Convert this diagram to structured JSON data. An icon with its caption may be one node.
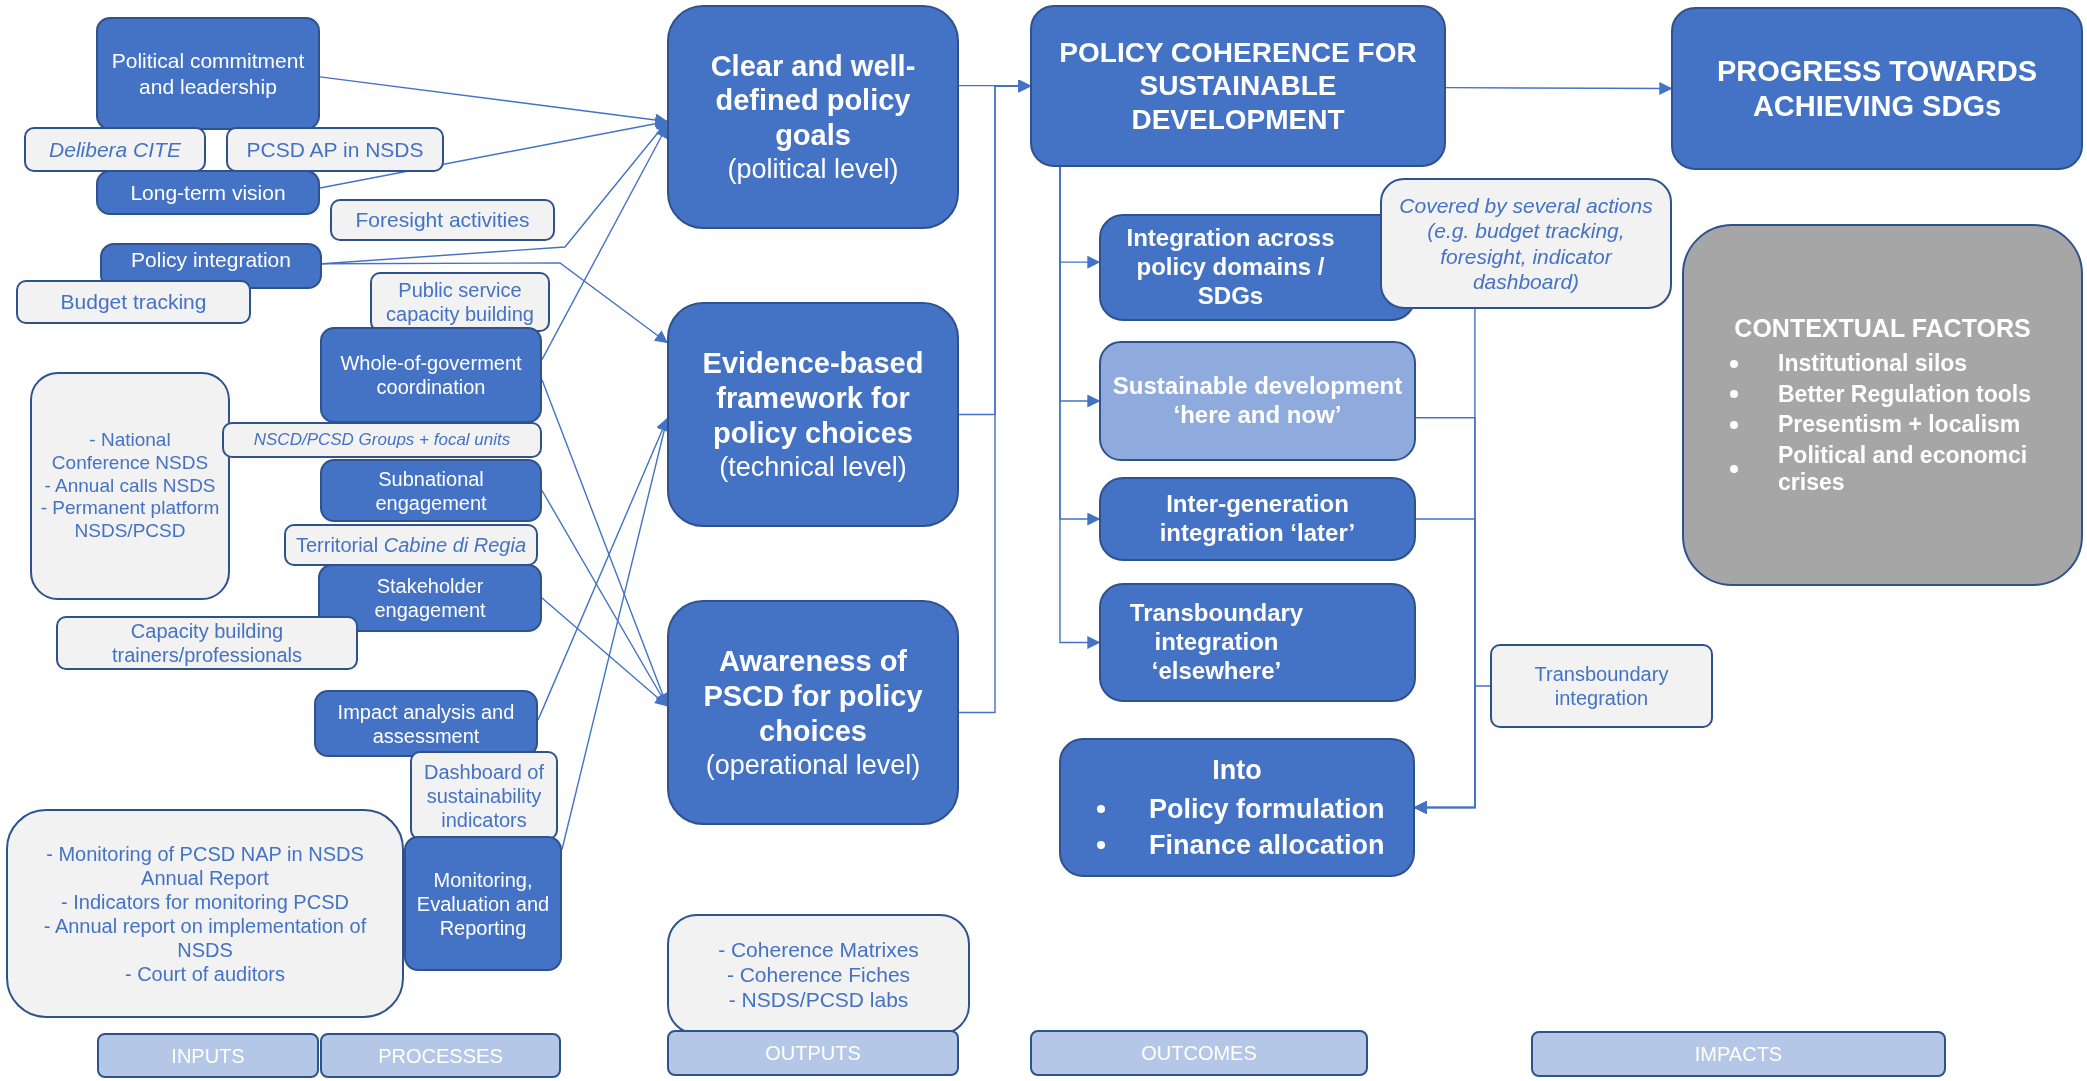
{
  "diagram": {
    "nodes": [
      {
        "text": [
          "Political commitment and leadership"
        ]
      },
      {
        "text": [
          "Delibera CITE"
        ]
      },
      {
        "text": [
          "PCSD AP in NSDS"
        ]
      },
      {
        "text": [
          "Long-term vision"
        ]
      },
      {
        "text": [
          "Foresight activities"
        ]
      },
      {
        "text": [
          "Policy integration"
        ]
      },
      {
        "text": [
          "Budget tracking"
        ]
      },
      {
        "text": [
          "Public service capacity building"
        ]
      },
      {
        "text": [
          "Whole-of-goverment coordination"
        ]
      },
      {
        "text": [
          "- National Conference NSDS",
          "- Annual calls NSDS",
          "- Permanent platform NSDS/PCSD"
        ]
      },
      {
        "text": [
          "NSCD/PCSD Groups + focal units"
        ]
      },
      {
        "text": [
          "Subnational engagement"
        ]
      },
      {
        "text": [
          "Territorial *Cabine di Regia*"
        ]
      },
      {
        "text": [
          "Stakeholder engagement"
        ]
      },
      {
        "text": [
          "Capacity building trainers/professionals"
        ]
      },
      {
        "text": [
          "Impact analysis and assessment"
        ]
      },
      {
        "text": [
          "Dashboard of sustainability indicators"
        ]
      },
      {
        "text": [
          "- Monitoring of PCSD NAP in NSDS Annual Report",
          "- Indicators for monitoring PCSD",
          "- Annual report on implementation of NSDS",
          "- Court of auditors"
        ]
      },
      {
        "text": [
          "Monitoring, Evaluation and Reporting"
        ]
      },
      {
        "text": [
          "Clear and well-defined policy goals",
          "(political level)"
        ]
      },
      {
        "text": [
          "Evidence-based framework for policy choices",
          "(technical level)"
        ]
      },
      {
        "text": [
          "Awareness of PSCD for policy choices",
          "(operational level)"
        ]
      },
      {
        "text": [
          "- Coherence Matrixes",
          "- Coherence Fiches",
          "- NSDS/PCSD labs"
        ]
      },
      {
        "text": [
          "POLICY COHERENCE FOR SUSTAINABLE DEVELOPMENT"
        ]
      },
      {
        "text": [
          "PROGRESS TOWARDS ACHIEVING SDGs"
        ]
      },
      {
        "text": [
          "Integration across policy domains / SDGs"
        ]
      },
      {
        "text": [
          "Covered by several actions (e.g. budget tracking, foresight, indicator dashboard)"
        ]
      },
      {
        "text": [
          "Sustainable development ‘here and now’"
        ]
      },
      {
        "text": [
          "Inter-generation integration ‘later’"
        ]
      },
      {
        "text": [
          "CONTEXTUAL FACTORS",
          "Institutional silos",
          "Better Regulation tools",
          "Presentism + localism",
          "Political and economci crises"
        ]
      },
      {
        "text": [
          "Transboundary integration ‘elsewhere’"
        ]
      },
      {
        "text": [
          "Transboundary integration"
        ]
      },
      {
        "text": [
          "Into",
          "Policy formulation",
          "Finance allocation"
        ]
      },
      {
        "text": [
          "INPUTS"
        ]
      },
      {
        "text": [
          "PROCESSES"
        ]
      },
      {
        "text": [
          "OUTPUTS"
        ]
      },
      {
        "text": [
          "OUTCOMES"
        ]
      },
      {
        "text": [
          "IMPACTS"
        ]
      }
    ],
    "edges": [
      {
        "from": 0,
        "to": 19,
        "arrow": "to"
      },
      {
        "from": 3,
        "to": 19,
        "arrow": "to"
      },
      {
        "from": 5,
        "to": 19,
        "arrow": "to"
      },
      {
        "from": 8,
        "to": 19,
        "arrow": "to"
      },
      {
        "from": 5,
        "to": 20,
        "arrow": "to"
      },
      {
        "from": 8,
        "to": 21,
        "arrow": "to"
      },
      {
        "from": 11,
        "to": 21,
        "arrow": "to"
      },
      {
        "from": 13,
        "to": 21,
        "arrow": "to"
      },
      {
        "from": 15,
        "to": 20,
        "arrow": "to"
      },
      {
        "from": 18,
        "to": 20,
        "arrow": "to"
      },
      {
        "from": 19,
        "to": 23,
        "arrow": "to"
      },
      {
        "from": 20,
        "to": 23,
        "arrow": "to"
      },
      {
        "from": 21,
        "to": 23,
        "arrow": "to"
      },
      {
        "from": 23,
        "to": 24,
        "arrow": "to"
      },
      {
        "from": 23,
        "to": 25,
        "arrow": "to"
      },
      {
        "from": 23,
        "to": 27,
        "arrow": "to"
      },
      {
        "from": 23,
        "to": 28,
        "arrow": "to"
      },
      {
        "from": 23,
        "to": 30,
        "arrow": "to"
      },
      {
        "from": 26,
        "to": 32,
        "arrow": "to"
      },
      {
        "from": 27,
        "to": 32,
        "arrow": "to"
      },
      {
        "from": 28,
        "to": 32,
        "arrow": "to"
      },
      {
        "from": 31,
        "to": 32,
        "arrow": "to"
      }
    ]
  }
}
